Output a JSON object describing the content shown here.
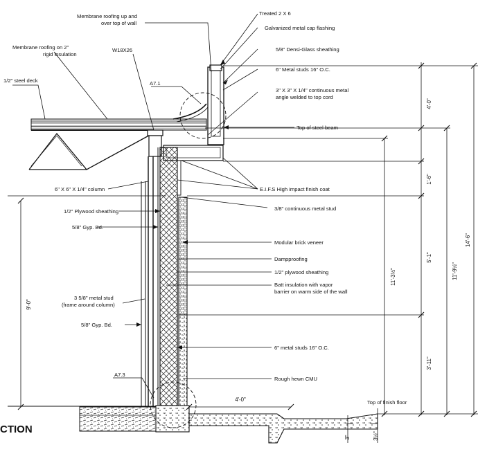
{
  "drawing": {
    "title_fragment": "CTION",
    "annotations": {
      "treated": "Treated 2 X 6",
      "membrane_up": "Membrane roofing up and",
      "membrane_up_2": "over top of wall",
      "galv": "Galvanized metal cap flashing",
      "membrane_rigid": "Membrane roofing on 2\"",
      "membrane_rigid_2": "rigid insulation",
      "beam": "W18X26",
      "densi": "5/8\" Densi-Glass sheathing",
      "steel_deck": "1/2\" steel deck",
      "a71": "A7.1",
      "studs_top": "6\" Metal studs 16\" O.C.",
      "angle": "3\" X 3\" X 1/4\" continuous metal",
      "angle_2": "angle welded to top cord",
      "top_beam": "Top of steel beam",
      "column": "6\" X 6\" X 1/4\" column",
      "eifs": "E.I.F.S High impact finish coat",
      "plywood_left": "1/2\" Plywood sheathing",
      "cont_stud": "3/8\" continuous metal stud",
      "gyp_upper": "5/8\" Gyp. Bd.",
      "brick": "Modular brick veneer",
      "damp": "Dampproofing",
      "plywood_right": "1/2\" plywood sheathing",
      "batt": "Batt insulation with vapor",
      "batt_2": "barrier on warm side of the wall",
      "metal_stud": "3 5/8\" metal stud",
      "metal_stud_2": "(frame around column)",
      "gyp_lower": "5/8\" Gyp. Bd.",
      "studs_bottom": "6\" metal studs 16\" O.C.",
      "cmu": "Rough hewn CMU",
      "a73": "A7.3",
      "finish_floor": "Top of finish floor"
    },
    "dimensions": {
      "d_4_0_top": "4'-0\"",
      "d_1_6": "1'-6\"",
      "d_5_1": "5'-1\"",
      "d_3_11": "3'-11\"",
      "d_11_3": "11'-3½\"",
      "d_11_9": "11'-9½\"",
      "d_14_6": "14'-6\"",
      "d_9_0": "9'-0\"",
      "d_4_0_bottom": "4'-0\"",
      "d_3": "3\"",
      "d_3_half": "3½\""
    }
  }
}
